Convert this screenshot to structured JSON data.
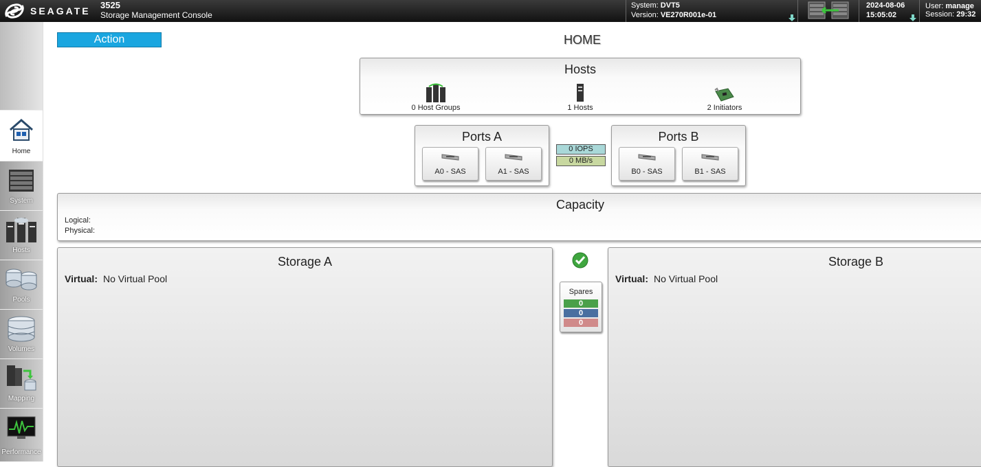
{
  "header": {
    "brand": "SEAGATE",
    "model": "3525",
    "product": "Storage Management Console",
    "system_label": "System:",
    "system_value": "DVT5",
    "version_label": "Version:",
    "version_value": "VE270R001e-01",
    "date": "2024-08-06",
    "time": "15:05:02",
    "user_label": "User:",
    "user_value": "manage",
    "session_label": "Session:",
    "session_value": "29:32"
  },
  "sidebar": {
    "items": [
      {
        "label": "Home",
        "icon": "home-icon"
      },
      {
        "label": "System",
        "icon": "system-rack-icon"
      },
      {
        "label": "Hosts",
        "icon": "hosts-icon"
      },
      {
        "label": "Pools",
        "icon": "pools-icon"
      },
      {
        "label": "Volumes",
        "icon": "volumes-icon"
      },
      {
        "label": "Mapping",
        "icon": "mapping-icon"
      },
      {
        "label": "Performance",
        "icon": "performance-icon"
      }
    ]
  },
  "main": {
    "action_label": "Action",
    "page_title": "HOME",
    "hosts": {
      "title": "Hosts",
      "items": [
        {
          "label": "0 Host Groups"
        },
        {
          "label": "1 Hosts"
        },
        {
          "label": "2 Initiators"
        }
      ]
    },
    "ports_a": {
      "title": "Ports A",
      "ports": [
        "A0 - SAS",
        "A1 - SAS"
      ]
    },
    "ports_b": {
      "title": "Ports B",
      "ports": [
        "B0 - SAS",
        "B1 - SAS"
      ]
    },
    "metrics": {
      "iops": "0 IOPS",
      "mbs": "0 MB/s"
    },
    "capacity": {
      "title": "Capacity",
      "logical_label": "Logical:",
      "physical_label": "Physical:"
    },
    "storage_a": {
      "title": "Storage A",
      "virtual_label": "Virtual:",
      "virtual_value": "No Virtual Pool"
    },
    "storage_b": {
      "title": "Storage B",
      "virtual_label": "Virtual:",
      "virtual_value": "No Virtual Pool"
    },
    "spares": {
      "title": "Spares",
      "values": [
        "0",
        "0",
        "0"
      ],
      "colors": [
        "#4aa04a",
        "#4a6fa0",
        "#d08a8a"
      ]
    }
  },
  "colors": {
    "action_button": "#1aa6e0",
    "iops_bg": "#a9d8d8",
    "mbs_bg": "#c8d8a0",
    "healthy_check": "#3fa63f"
  }
}
